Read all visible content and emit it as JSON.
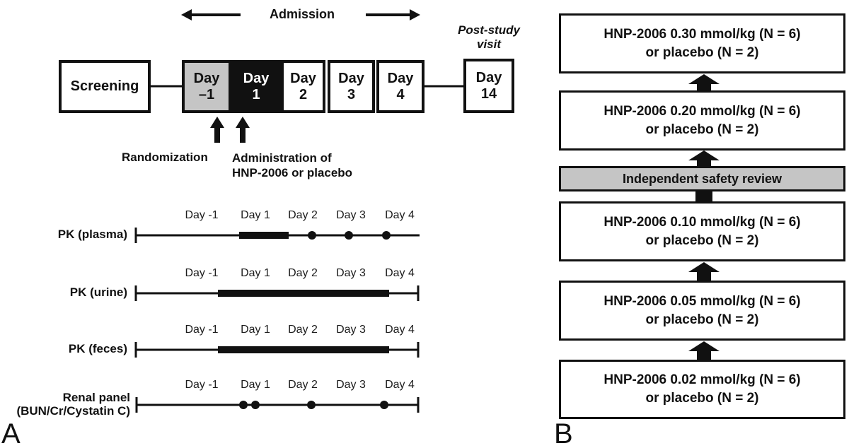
{
  "figure": {
    "background": "#ffffff",
    "ink_color": "#111111",
    "gray_fill": "#c5c5c5"
  },
  "panelA": {
    "label": "A",
    "admission_label": "Admission",
    "screening_label": "Screening",
    "day_boxes": [
      {
        "line1": "Day",
        "line2": "–1"
      },
      {
        "line1": "Day",
        "line2": "1"
      },
      {
        "line1": "Day",
        "line2": "2"
      },
      {
        "line1": "Day",
        "line2": "3"
      },
      {
        "line1": "Day",
        "line2": "4"
      }
    ],
    "post_study_visit": {
      "line1": "Post-study",
      "line2": "visit"
    },
    "day14_box": {
      "line1": "Day",
      "line2": "14"
    },
    "randomization_label": "Randomization",
    "administration_label": {
      "line1": "Administration of",
      "line2": "HNP-2006 or placebo"
    },
    "day_labels": [
      "Day -1",
      "Day 1",
      "Day 2",
      "Day 3",
      "Day 4"
    ],
    "rows": [
      {
        "label": "PK (plasma)"
      },
      {
        "label": "PK (urine)"
      },
      {
        "label": "PK (feces)"
      },
      {
        "label": "Renal panel",
        "label2": "(BUN/Cr/Cystatin C)"
      }
    ]
  },
  "panelB": {
    "label": "B",
    "boxes": [
      {
        "line1": "HNP-2006 0.30 mmol/kg (N = 6)",
        "line2": "or placebo (N = 2)"
      },
      {
        "line1": "HNP-2006 0.20 mmol/kg (N = 6)",
        "line2": "or placebo (N = 2)"
      },
      {
        "single": "Independent safety review"
      },
      {
        "line1": "HNP-2006 0.10 mmol/kg (N = 6)",
        "line2": "or placebo (N = 2)"
      },
      {
        "line1": "HNP-2006 0.05 mmol/kg (N = 6)",
        "line2": "or placebo (N = 2)"
      },
      {
        "line1": "HNP-2006 0.02 mmol/kg (N = 6)",
        "line2": "or placebo (N = 2)"
      }
    ]
  }
}
